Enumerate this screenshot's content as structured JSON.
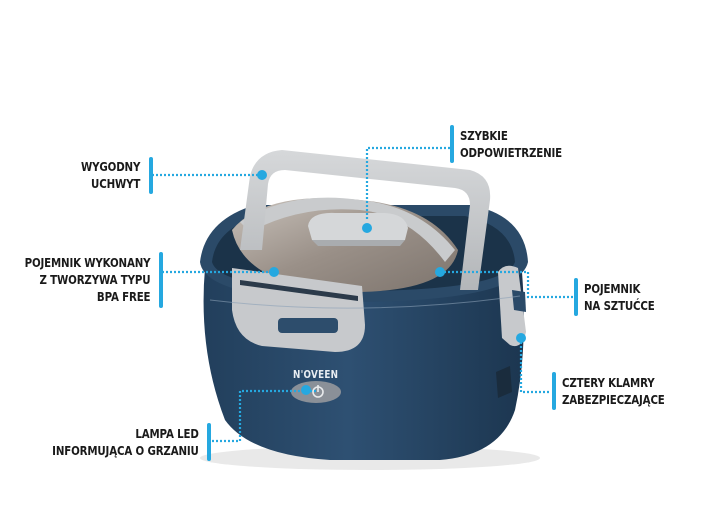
{
  "product": {
    "brand": "N'OVEEN",
    "colors": {
      "body": "#2b4a68",
      "body_dark": "#1f3953",
      "accent_gray": "#c4c6c9",
      "steel": "#a79e97",
      "callout": "#25a8e0",
      "text": "#1a1a1a"
    }
  },
  "callouts": [
    {
      "id": "handle",
      "lines": [
        "WYGODNY",
        "UCHWYT"
      ],
      "side": "left"
    },
    {
      "id": "vent",
      "lines": [
        "SZYBKIE",
        "ODPOWIETRZENIE"
      ],
      "side": "right"
    },
    {
      "id": "material",
      "lines": [
        "POJEMNIK WYKONANY",
        "Z TWORZYWA TYPU",
        "BPA FREE"
      ],
      "side": "left"
    },
    {
      "id": "cutlery",
      "lines": [
        "POJEMNIK",
        "NA SZTUĆCE"
      ],
      "side": "right"
    },
    {
      "id": "clips",
      "lines": [
        "CZTERY KLAMRY",
        "ZABEZPIECZAJĄCE"
      ],
      "side": "right"
    },
    {
      "id": "led",
      "lines": [
        "LAMPA LED",
        "INFORMUJĄCA O GRZANIU"
      ],
      "side": "left"
    }
  ]
}
